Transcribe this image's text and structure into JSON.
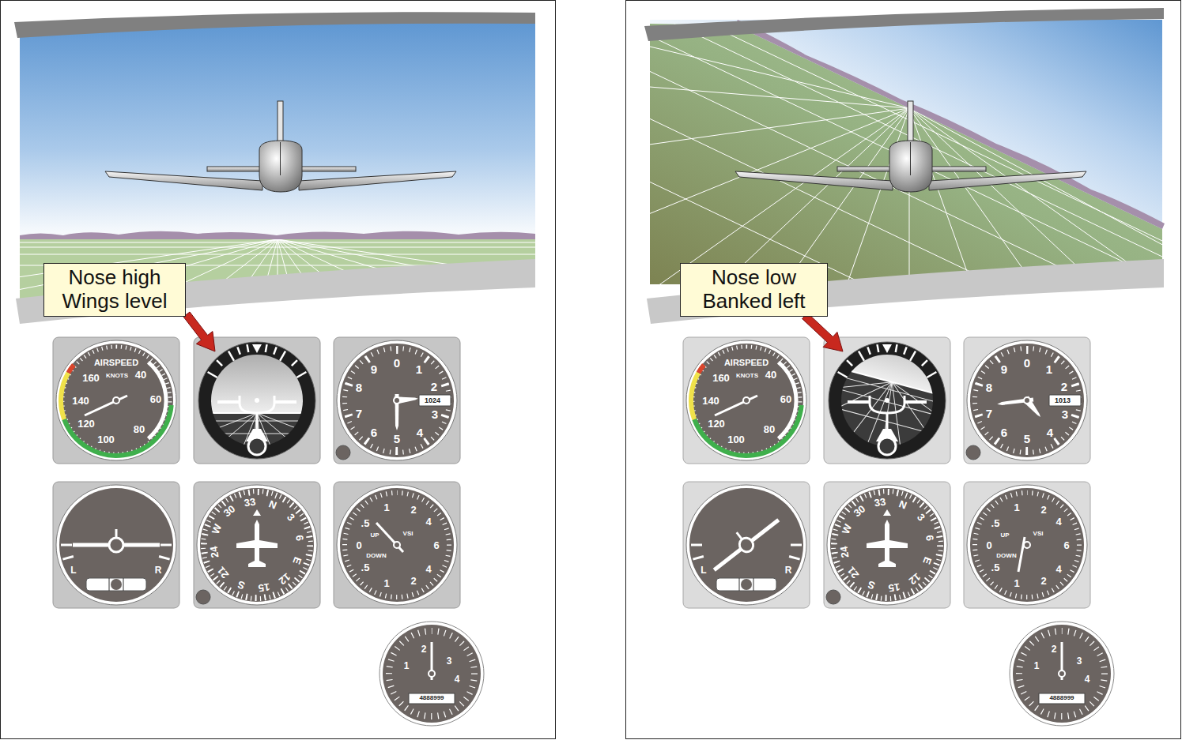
{
  "diagram": {
    "nodes": [
      {
        "text": [
          "Nose high Wings level"
        ]
      },
      {
        "text": [
          "Nose low Banked left"
        ]
      }
    ],
    "labels": [
      "AIRSPEED",
      "KNOTS",
      "160",
      "40",
      "140",
      "60",
      "120",
      "80",
      "100",
      "0",
      "1",
      "2",
      "3",
      "4",
      "5",
      "6",
      "7",
      "8",
      "9",
      "1024",
      "N",
      "3",
      "6",
      "E",
      "12",
      "15",
      "S",
      "21",
      "24",
      "W",
      "30",
      "33",
      ".5",
      "1",
      "2",
      "4",
      "6",
      "4",
      "2",
      "1",
      ".5",
      "UP",
      "VSI",
      "0",
      "DOWN",
      "L",
      "R",
      "1",
      "2",
      "3",
      "4",
      "4888999",
      "AIRSPEED",
      "KNOTS",
      "160",
      "40",
      "140",
      "60",
      "120",
      "80",
      "100",
      "0",
      "1",
      "2",
      "3",
      "4",
      "5",
      "6",
      "7",
      "8",
      "9",
      "1013",
      "N",
      "3",
      "6",
      "E",
      "12",
      "15",
      "S",
      "21",
      "24",
      "W",
      "30",
      "33",
      ".5",
      "1",
      "2",
      "4",
      "6",
      "4",
      "2",
      "1",
      ".5",
      "UP",
      "VSI",
      "0",
      "DOWN",
      "L",
      "R",
      "1",
      "2",
      "3",
      "4",
      "4888999"
    ]
  }
}
